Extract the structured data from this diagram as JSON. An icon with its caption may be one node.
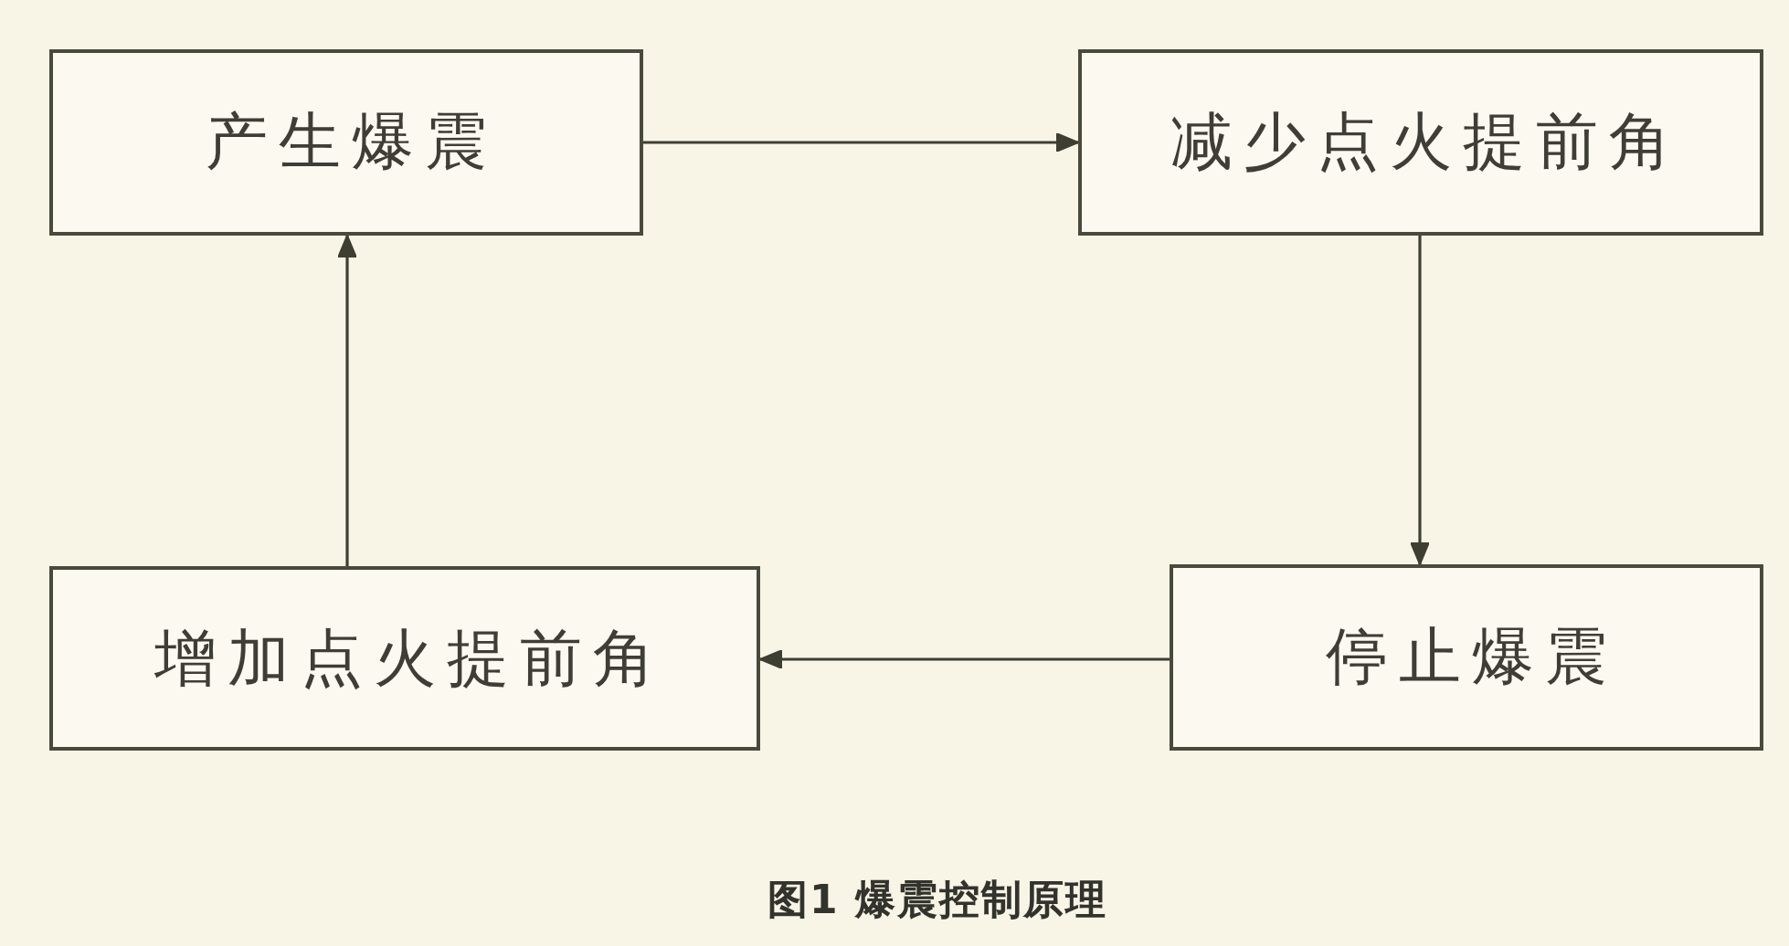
{
  "diagram": {
    "caption": "图1 爆震控制原理",
    "nodes": [
      {
        "text": [
          "产生爆震"
        ]
      },
      {
        "text": [
          "减少点火提前角"
        ]
      },
      {
        "text": [
          "停止爆震"
        ]
      },
      {
        "text": [
          "增加点火提前角"
        ]
      }
    ],
    "edges": [
      {
        "from": 0,
        "to": 1,
        "arrow": "to"
      },
      {
        "from": 1,
        "to": 2,
        "arrow": "to"
      },
      {
        "from": 2,
        "to": 3,
        "arrow": "to"
      },
      {
        "from": 3,
        "to": 0,
        "arrow": "to"
      }
    ]
  }
}
